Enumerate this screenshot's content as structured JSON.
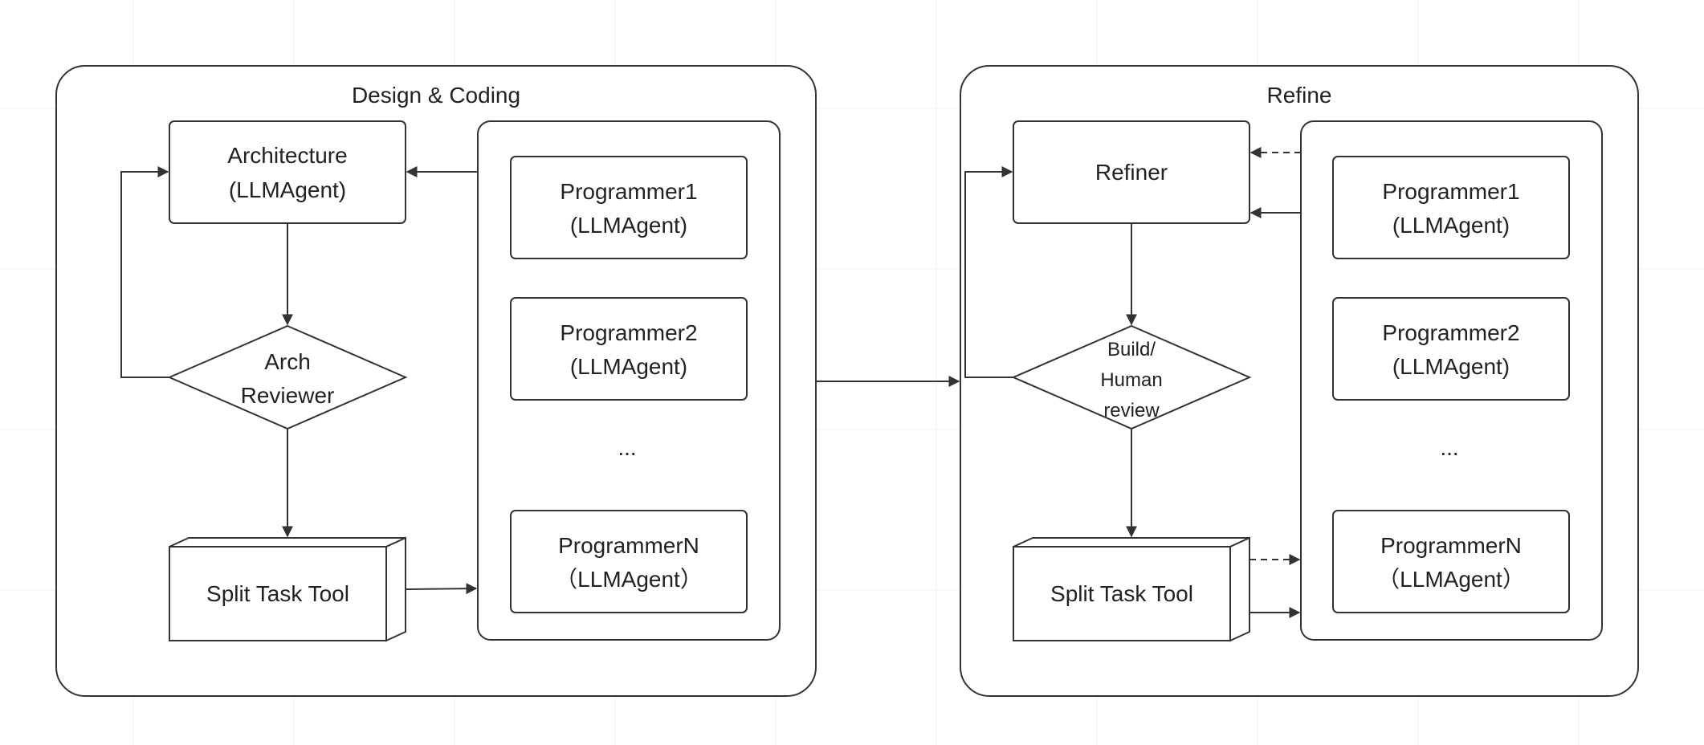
{
  "design": {
    "title": "Design & Coding",
    "architecture": {
      "line1": "Architecture",
      "line2": "(LLMAgent)"
    },
    "reviewer": {
      "line1": "Arch",
      "line2": "Reviewer"
    },
    "split_tool": "Split Task Tool",
    "programmers": [
      {
        "line1": "Programmer1",
        "line2": "(LLMAgent)"
      },
      {
        "line1": "Programmer2",
        "line2": "(LLMAgent)"
      },
      {
        "line1": "ProgrammerN",
        "line2": "（LLMAgent）"
      }
    ],
    "ellipsis": "..."
  },
  "refine": {
    "title": "Refine",
    "refiner": "Refiner",
    "review": {
      "line1": "Build/",
      "line2": "Human",
      "line3": "review"
    },
    "split_tool": "Split Task Tool",
    "programmers": [
      {
        "line1": "Programmer1",
        "line2": "(LLMAgent)"
      },
      {
        "line1": "Programmer2",
        "line2": "(LLMAgent)"
      },
      {
        "line1": "ProgrammerN",
        "line2": "（LLMAgent）"
      }
    ],
    "ellipsis": "..."
  }
}
